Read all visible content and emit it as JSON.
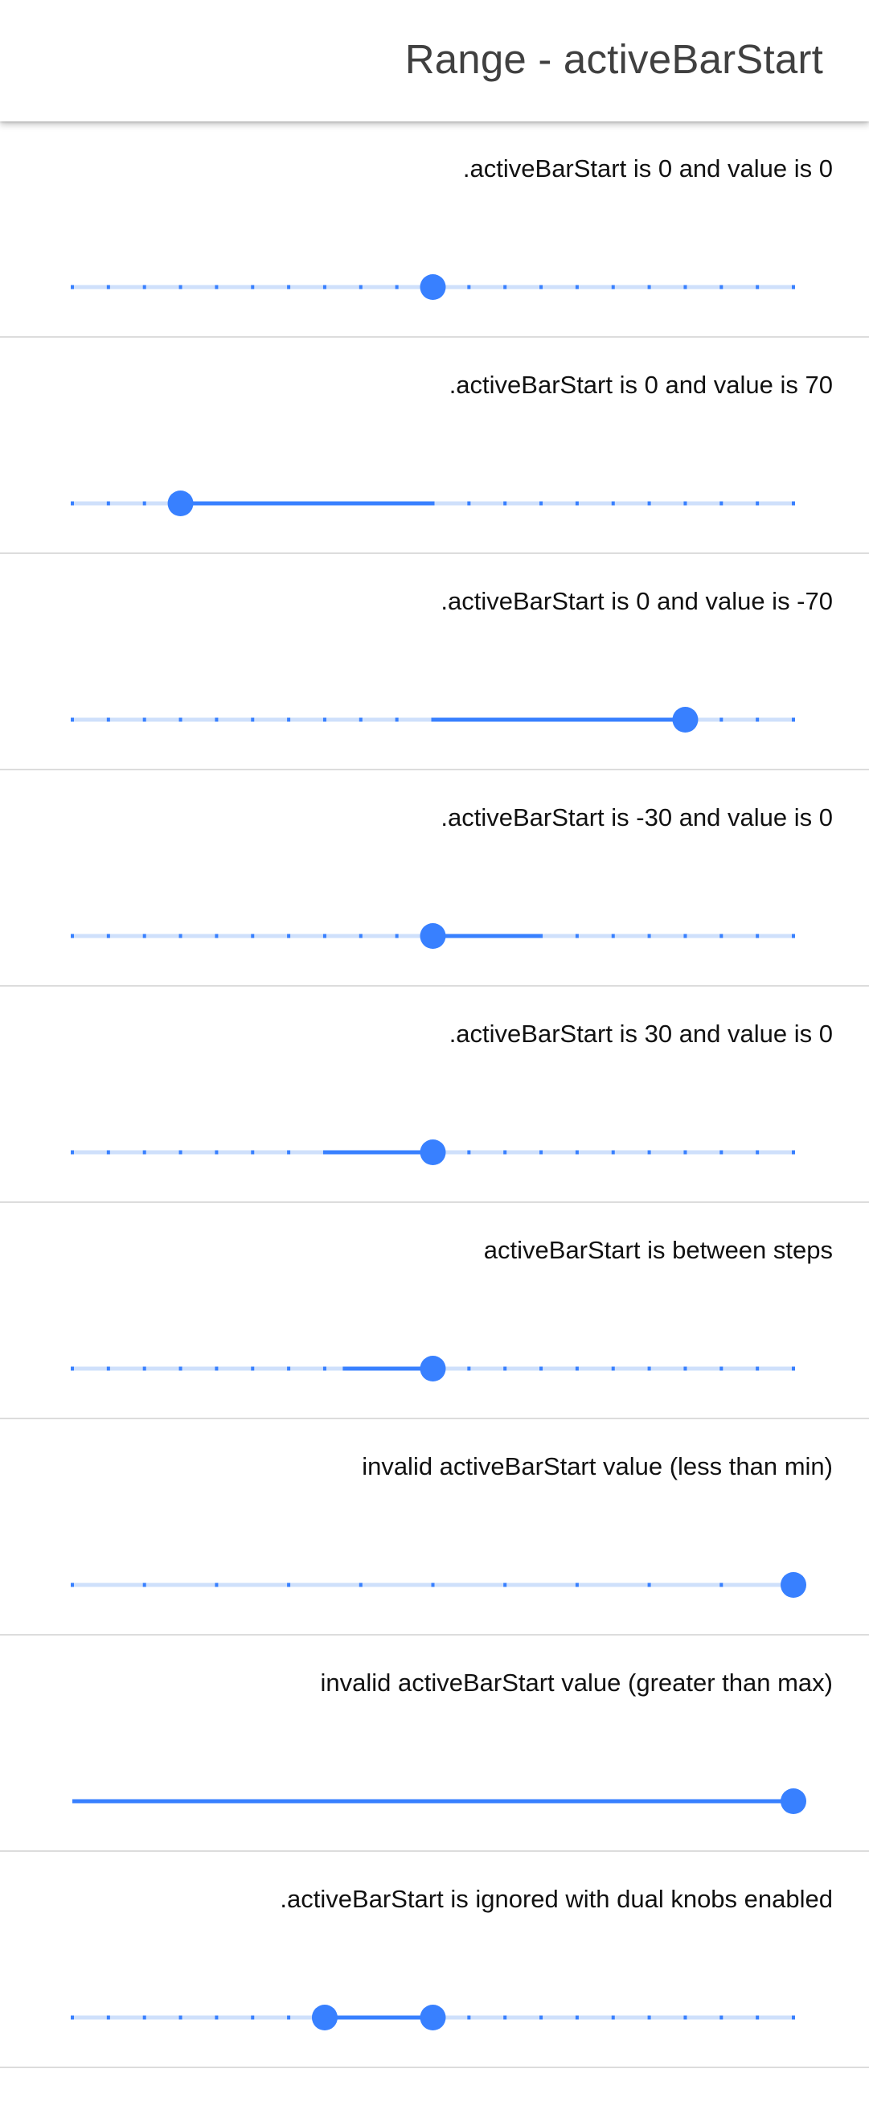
{
  "toolbar": {
    "title": "Range - activeBarStart"
  },
  "colors": {
    "accent": "#3880ff",
    "inactive_bar": "#cfe0fb",
    "tick": "#3880ff"
  },
  "items": [
    {
      "label": ".activeBarStart is 0 and value is 0",
      "min": -100,
      "max": 100,
      "step": 10,
      "ticks": true,
      "activeBarStart": 0,
      "value": 0,
      "dual": false
    },
    {
      "label": ".activeBarStart is 0 and value is 70",
      "min": -100,
      "max": 100,
      "step": 10,
      "ticks": true,
      "activeBarStart": 0,
      "value": -70,
      "dual": false
    },
    {
      "label": ".activeBarStart is 0 and value is -70",
      "min": -100,
      "max": 100,
      "step": 10,
      "ticks": true,
      "activeBarStart": 0,
      "value": 70,
      "dual": false
    },
    {
      "label": ".activeBarStart is -30 and value is 0",
      "min": -100,
      "max": 100,
      "step": 10,
      "ticks": true,
      "activeBarStart": 30,
      "value": 0,
      "dual": false
    },
    {
      "label": ".activeBarStart is 30 and value is 0",
      "min": -100,
      "max": 100,
      "step": 10,
      "ticks": true,
      "activeBarStart": -30,
      "value": 0,
      "dual": false
    },
    {
      "label": "activeBarStart is between steps",
      "min": -100,
      "max": 100,
      "step": 10,
      "ticks": true,
      "activeBarStart": -25,
      "value": 0,
      "dual": false
    },
    {
      "label": "invalid activeBarStart value (less than min)",
      "min": 0,
      "max": 100,
      "step": 10,
      "ticks": true,
      "activeBarStart": 100,
      "value": 100,
      "dual": false
    },
    {
      "label": "invalid activeBarStart value (greater than max)",
      "min": 0,
      "max": 100,
      "step": 10,
      "ticks": false,
      "activeBarStart": 0,
      "value": 100,
      "dual": false
    },
    {
      "label": ".activeBarStart is ignored with dual knobs enabled",
      "min": -100,
      "max": 100,
      "step": 10,
      "ticks": true,
      "activeBarStart": 0,
      "lower": -30,
      "value": 0,
      "dual": true
    }
  ]
}
